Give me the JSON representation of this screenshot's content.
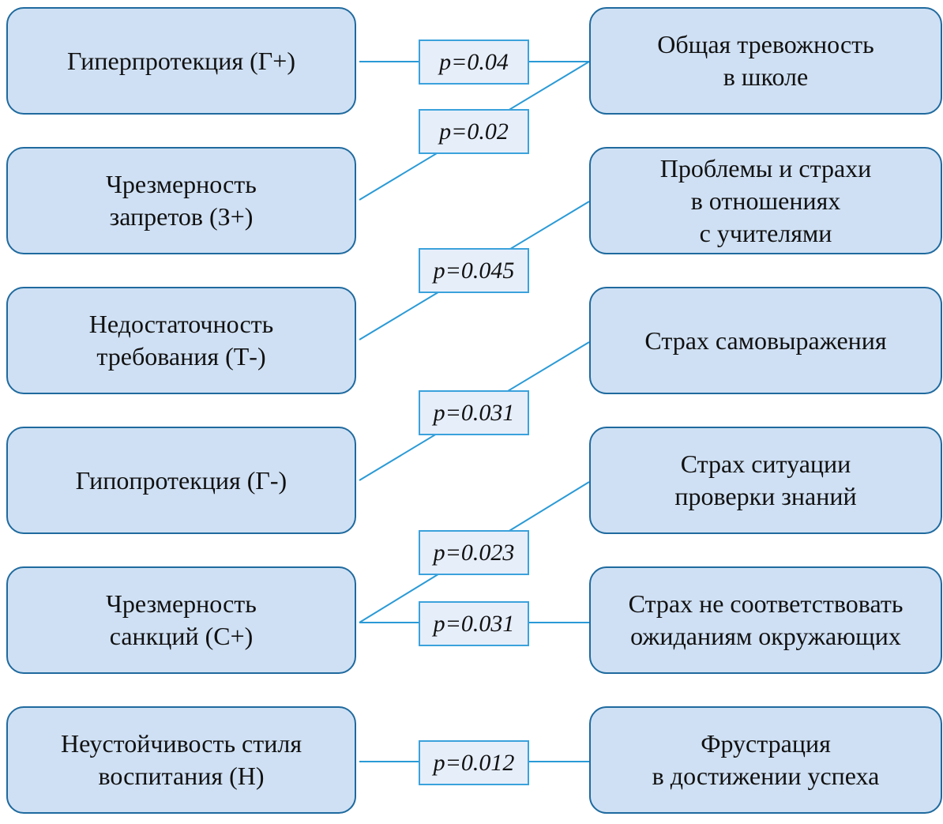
{
  "colors": {
    "box_fill": "#cfe0f4",
    "box_border": "#1f6a9e",
    "label_fill": "#e6eefa",
    "line": "#2a9ad6"
  },
  "left": [
    "Гиперпротекция (Г+)",
    "Чрезмерность\nзапретов (З+)",
    "Недостаточность\nтребования (Т-)",
    "Гипопротекция (Г-)",
    "Чрезмерность\nсанкций (С+)",
    "Неустойчивость стиля\nвоспитания (Н)"
  ],
  "right": [
    "Общая тревожность\nв школе",
    "Проблемы и страхи\nв отношениях\nс учителями",
    "Страх самовыражения",
    "Страх ситуации\nпроверки знаний",
    "Страх не соответствовать\nожиданиям окружающих",
    "Фрустрация\nв достижении успеха"
  ],
  "links": [
    {
      "from": 0,
      "to": 0,
      "p": "p=0.04"
    },
    {
      "from": 1,
      "to": 0,
      "p": "p=0.02"
    },
    {
      "from": 2,
      "to": 1,
      "p": "p=0.045"
    },
    {
      "from": 3,
      "to": 2,
      "p": "p=0.031"
    },
    {
      "from": 4,
      "to": 3,
      "p": "p=0.023"
    },
    {
      "from": 4,
      "to": 4,
      "p": "p=0.031"
    },
    {
      "from": 5,
      "to": 5,
      "p": "p=0.012"
    }
  ]
}
